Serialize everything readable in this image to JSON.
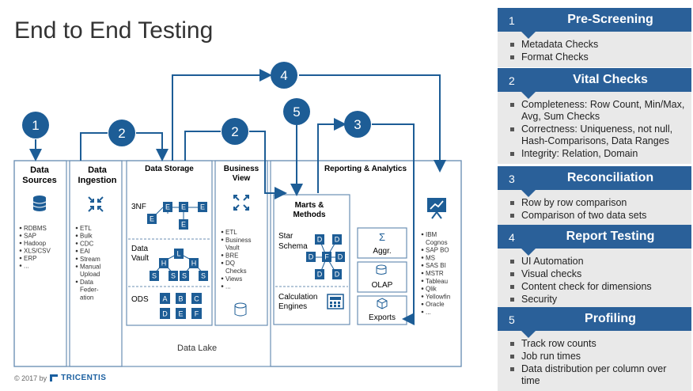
{
  "title": "End to End Testing",
  "footer": {
    "copyright": "© 2017 by",
    "brand": "TRICENTIS"
  },
  "circles": [
    "1",
    "2",
    "2",
    "3",
    "4",
    "5"
  ],
  "sections": {
    "data_sources": {
      "title": [
        "Data",
        "Sources"
      ],
      "items": [
        "RDBMS",
        "SAP",
        "Hadoop",
        "XLS/CSV",
        "ERP",
        "..."
      ]
    },
    "data_ingestion": {
      "title": [
        "Data",
        "Ingestion"
      ],
      "items": [
        "ETL",
        "Bulk",
        "CDC",
        "EAI",
        "Stream",
        "Manual",
        "Upload",
        "Data",
        "Feder-",
        "ation"
      ]
    },
    "data_storage": {
      "title": "Data Storage",
      "threenf": "3NF",
      "vault": [
        "Data",
        "Vault"
      ],
      "ods": "ODS",
      "ods_cells": [
        "A",
        "B",
        "C",
        "D",
        "E",
        "F"
      ],
      "e_label": "E",
      "h_label": "H",
      "l_label": "L",
      "s_label": "S"
    },
    "business_view": {
      "title": [
        "Business",
        "View"
      ],
      "items": [
        "ETL",
        "Business",
        "Vault",
        "BRE",
        "DQ",
        "Checks",
        "Views",
        "..."
      ]
    },
    "reporting": {
      "title": "Reporting & Analytics",
      "items": [
        "IBM",
        "Cognos",
        "SAP BO",
        "MS",
        "SAS BI",
        "MSTR",
        "Tableau",
        "Qlik",
        "Yellowfin",
        "Oracle",
        "..."
      ]
    },
    "marts": {
      "title": [
        "Marts &",
        "Methods"
      ],
      "star": [
        "Star",
        "Schema"
      ],
      "calc": [
        "Calculation",
        "Engines"
      ],
      "d_label": "D",
      "f_label": "F",
      "aggr": "Aggr.",
      "olap": "OLAP",
      "exports": "Exports"
    },
    "data_lake": "Data Lake"
  },
  "steps": [
    {
      "num": "1",
      "name": "Pre-Screening",
      "items": [
        "Metadata Checks",
        "Format Checks"
      ]
    },
    {
      "num": "2",
      "name": "Vital Checks",
      "items": [
        "Completeness: Row Count, Min/Max, Avg, Sum Checks",
        "Correctness: Uniqueness, not null, Hash-Comparisons, Data Ranges",
        "Integrity: Relation, Domain"
      ]
    },
    {
      "num": "3",
      "name": "Reconciliation",
      "items": [
        "Row by row comparison",
        "Comparison of two data sets"
      ]
    },
    {
      "num": "4",
      "name": "Report Testing",
      "items": [
        "UI Automation",
        "Visual checks",
        "Content check for dimensions",
        "Security"
      ]
    },
    {
      "num": "5",
      "name": "Profiling",
      "items": [
        "Track row counts",
        "Job run times",
        "Data distribution per column over time"
      ]
    }
  ],
  "colors": {
    "accent": "#2a6099",
    "diagram_blue": "#1d5d96",
    "panel": "#e9e9e9",
    "box_border": "#6b8fb3"
  }
}
